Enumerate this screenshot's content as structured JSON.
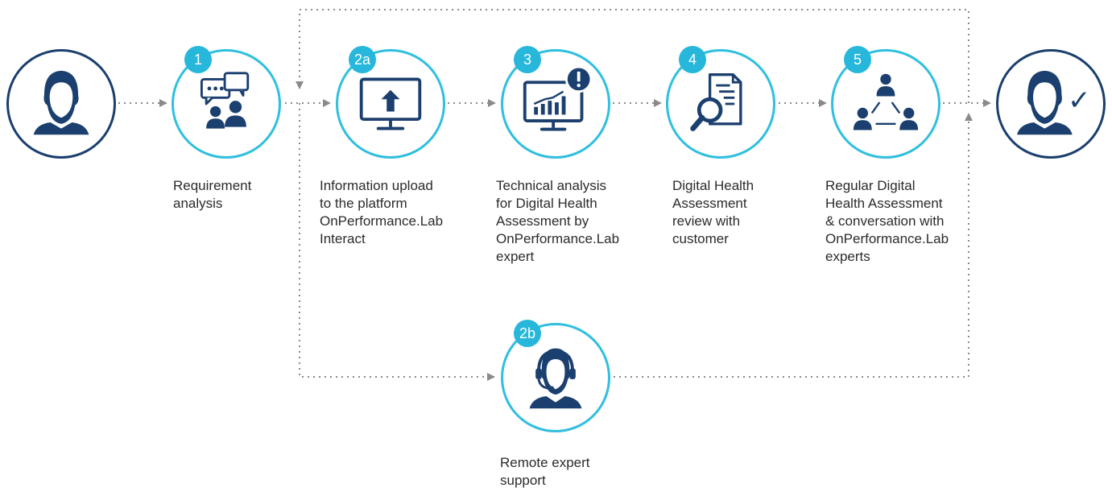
{
  "nodes": {
    "start_user": {
      "icon": "user-icon"
    },
    "end_user": {
      "icon": "user-check-icon",
      "check": "✓"
    },
    "step_1": {
      "badge": "1",
      "icon": "conversation-icon",
      "caption": "Requirement\nanalysis"
    },
    "step_2a": {
      "badge": "2a",
      "icon": "monitor-upload-icon",
      "caption": "Information upload\nto the platform\nOnPerformance.Lab\nInteract"
    },
    "step_3": {
      "badge": "3",
      "icon": "monitor-chart-alert-icon",
      "caption": "Technical analysis\nfor Digital Health\nAssessment by\nOnPerformance.Lab\nexpert"
    },
    "step_4": {
      "badge": "4",
      "icon": "document-magnifier-icon",
      "caption": "Digital Health\nAssessment\nreview with\ncustomer"
    },
    "step_5": {
      "badge": "5",
      "icon": "team-network-icon",
      "caption": "Regular Digital\nHealth Assessment\n& conversation with\nOnPerformance.Lab\nexperts"
    },
    "step_2b": {
      "badge": "2b",
      "icon": "headset-agent-icon",
      "caption": "Remote expert\nsupport"
    }
  },
  "colors": {
    "navy": "#1b3f6e",
    "cyan_ring": "#30bfdf",
    "cyan_badge": "#27b7db",
    "connector": "#8a8a8a",
    "text": "#2b2b2b"
  }
}
